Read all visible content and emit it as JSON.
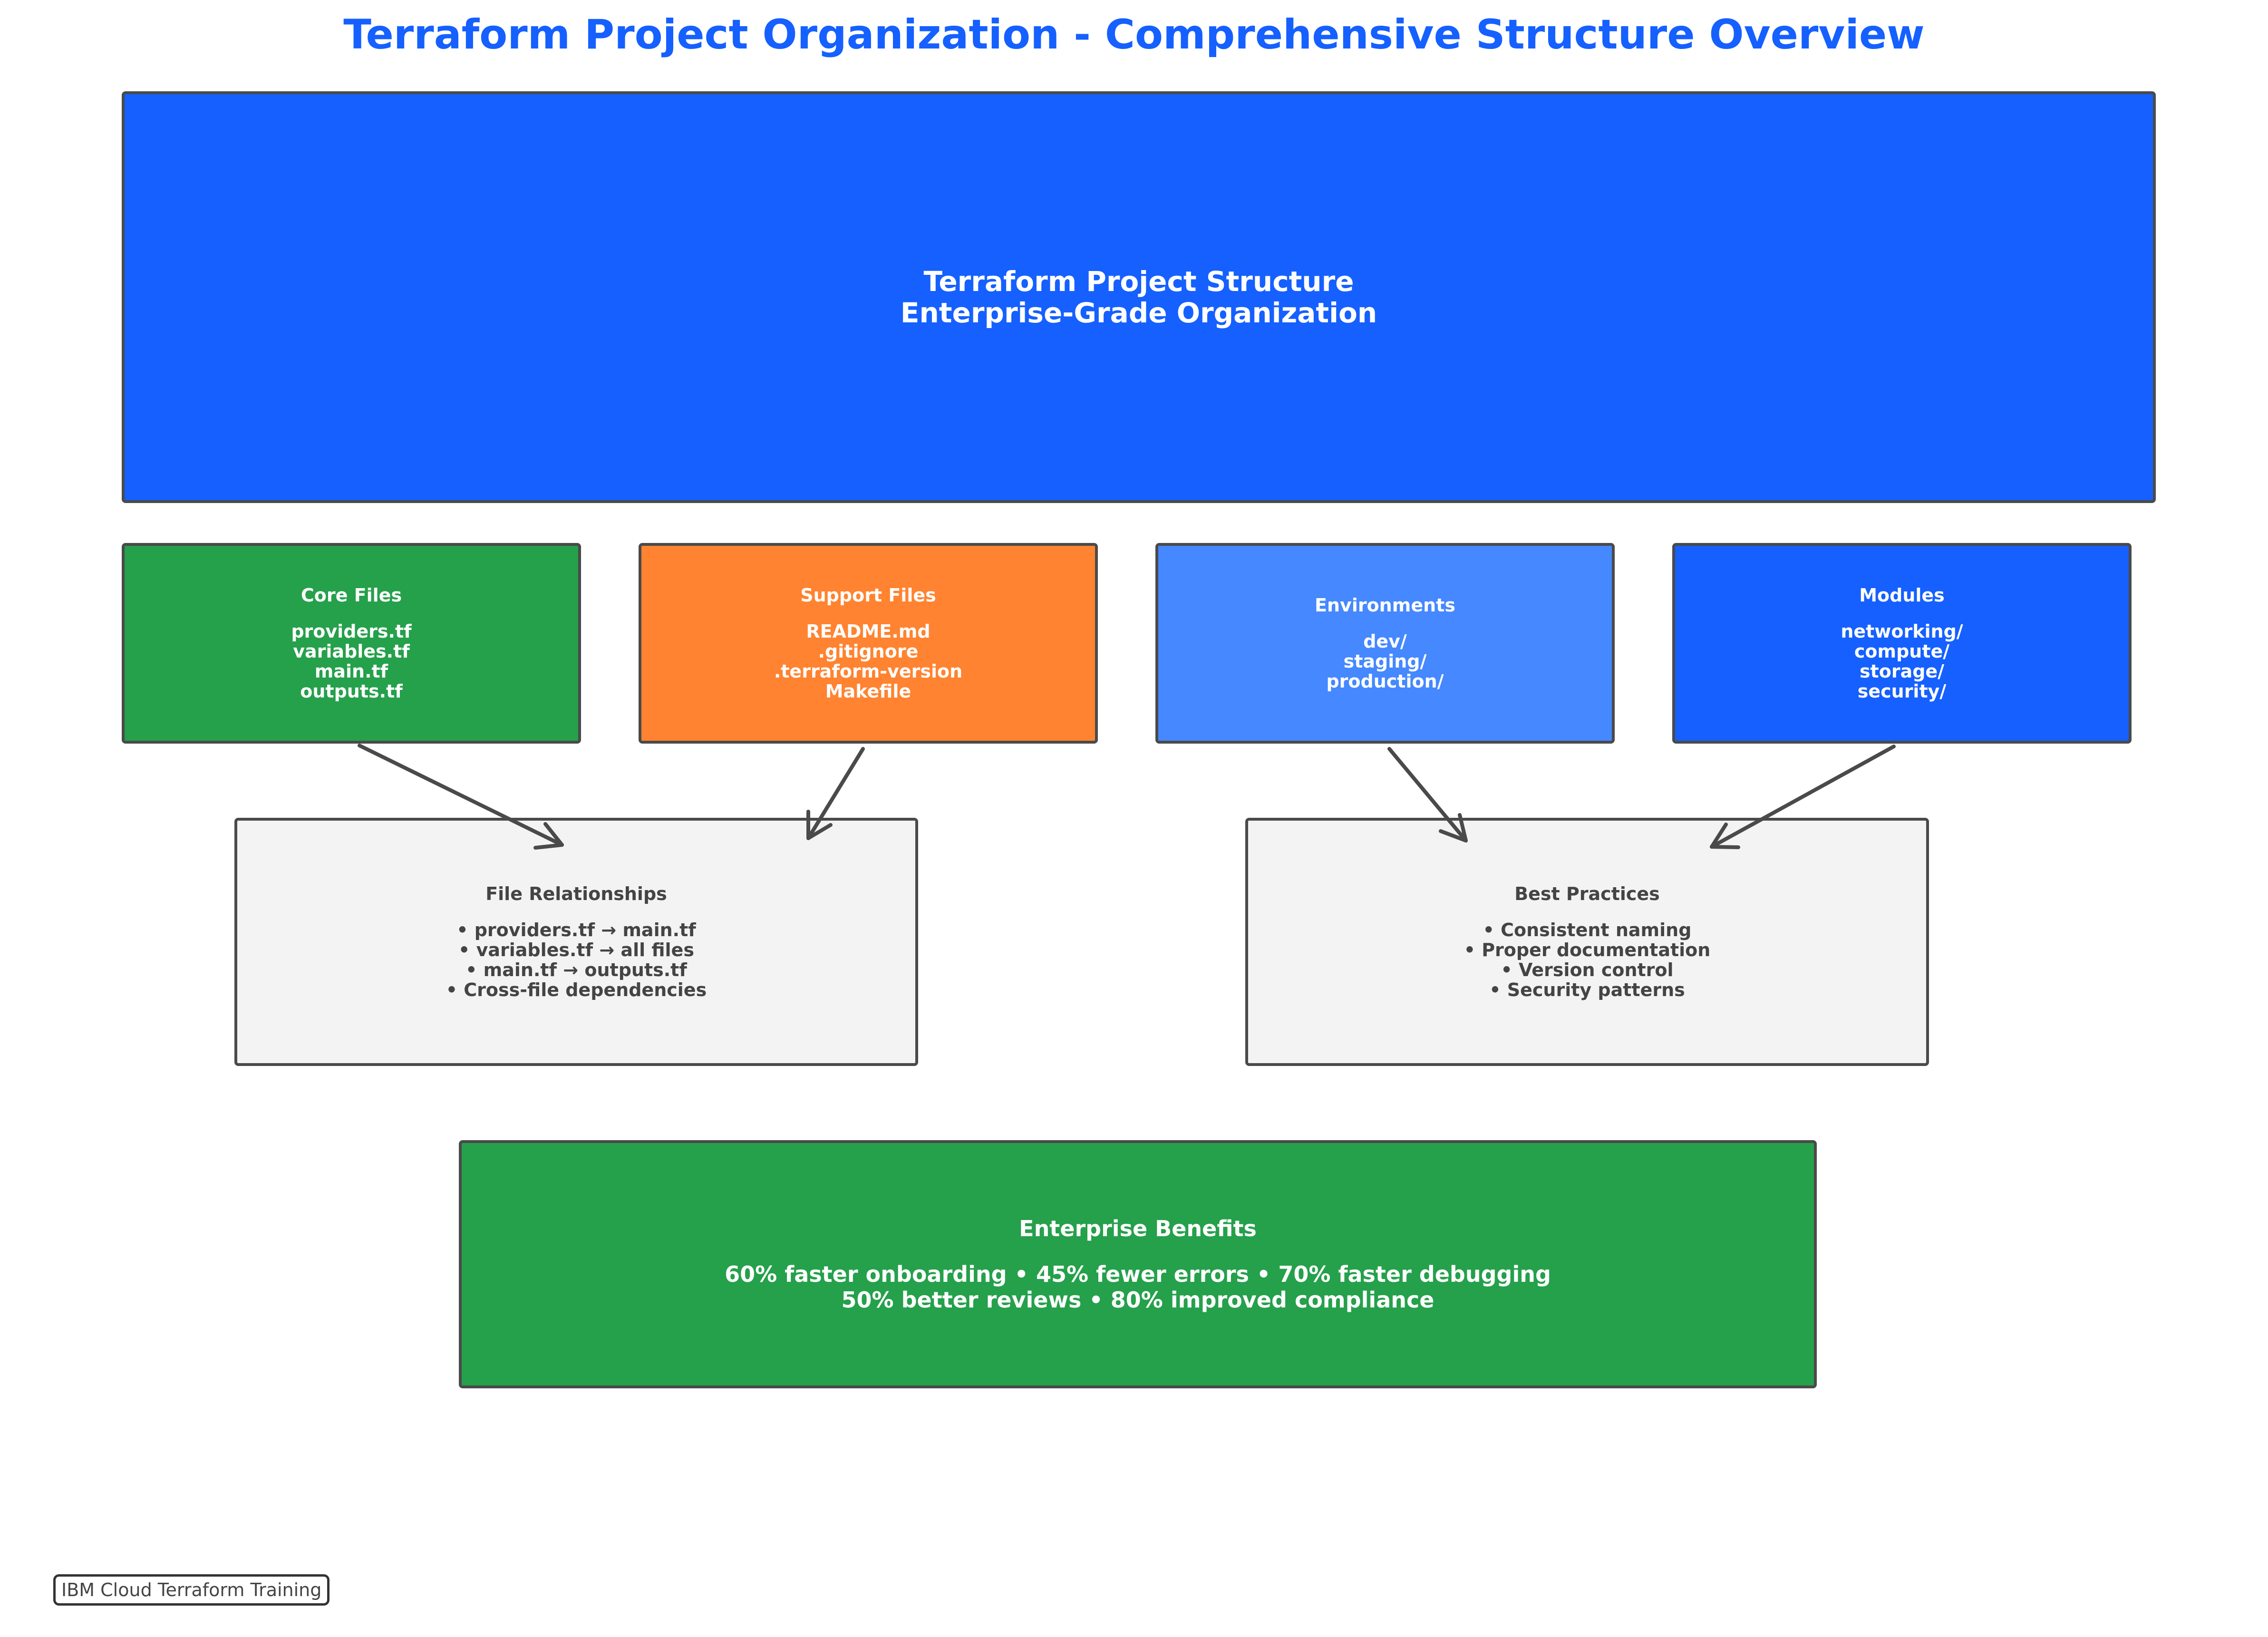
{
  "title": "Terraform Project Organization - Comprehensive Structure Overview",
  "colors": {
    "title": "#1560ff",
    "header_fill": "#1560ff",
    "core_files_fill": "#25a04b",
    "support_files_fill": "#ff8330",
    "environments_fill": "#4588ff",
    "modules_fill": "#1560ff",
    "info_fill": "#f3f3f3",
    "benefits_fill": "#25a04b",
    "border": "#4a4a4a",
    "arrow": "#4a4a4a"
  },
  "header": {
    "line1": "Terraform Project Structure",
    "line2": "Enterprise-Grade Organization"
  },
  "categories": [
    {
      "heading": "Core Files",
      "items": [
        "providers.tf",
        "variables.tf",
        "main.tf",
        "outputs.tf"
      ]
    },
    {
      "heading": "Support Files",
      "items": [
        "README.md",
        ".gitignore",
        ".terraform-version",
        "Makefile"
      ]
    },
    {
      "heading": "Environments",
      "items": [
        "dev/",
        "staging/",
        "production/"
      ]
    },
    {
      "heading": "Modules",
      "items": [
        "networking/",
        "compute/",
        "storage/",
        "security/"
      ]
    }
  ],
  "file_relationships": {
    "heading": "File Relationships",
    "items": [
      "• providers.tf → main.tf",
      "• variables.tf → all files",
      "• main.tf → outputs.tf",
      "• Cross-file dependencies"
    ]
  },
  "best_practices": {
    "heading": "Best Practices",
    "items": [
      "• Consistent naming",
      "• Proper documentation",
      "• Version control",
      "• Security patterns"
    ]
  },
  "benefits": {
    "heading": "Enterprise Benefits",
    "line1": "60% faster onboarding • 45% fewer errors • 70% faster debugging",
    "line2": "50% better reviews • 80% improved compliance"
  },
  "footer": "IBM Cloud Terraform Training"
}
